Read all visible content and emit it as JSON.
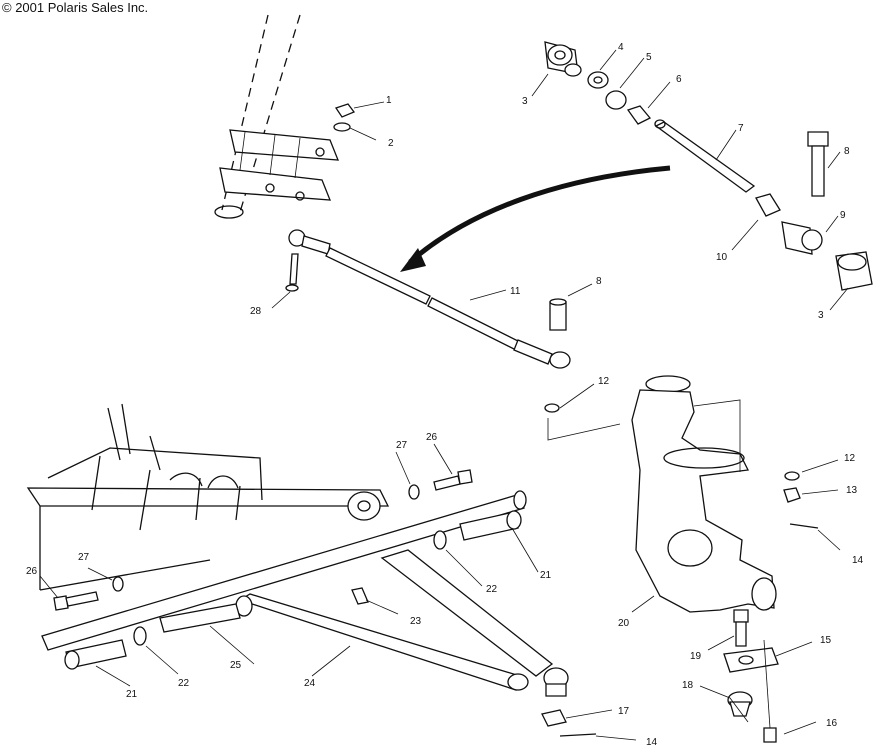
{
  "copyright": "© 2001 Polaris Sales Inc.",
  "callouts": {
    "c1": "1",
    "c2": "2",
    "c3a": "3",
    "c3b": "3",
    "c4": "4",
    "c5": "5",
    "c6": "6",
    "c7": "7",
    "c8a": "8",
    "c8b": "8",
    "c9": "9",
    "c10": "10",
    "c11": "11",
    "c12a": "12",
    "c12b": "12",
    "c13": "13",
    "c14a": "14",
    "c14b": "14",
    "c15": "15",
    "c16": "16",
    "c17": "17",
    "c18": "18",
    "c19": "19",
    "c20": "20",
    "c21a": "21",
    "c21b": "21",
    "c22a": "22",
    "c22b": "22",
    "c23": "23",
    "c24": "24",
    "c25": "25",
    "c26a": "26",
    "c26b": "26",
    "c27a": "27",
    "c27b": "27",
    "c28": "28"
  }
}
